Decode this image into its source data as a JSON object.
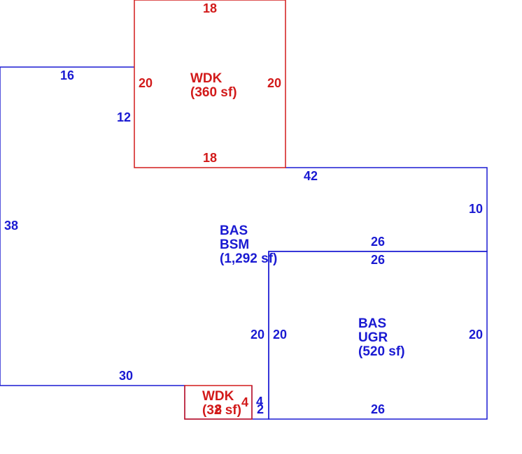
{
  "colors": {
    "blue": "#1a1ad2",
    "red": "#d21a1a"
  },
  "areas": {
    "bas_bsm": {
      "line1": "BAS",
      "line2": "BSM",
      "line3": "(1,292 sf)"
    },
    "bas_ugr": {
      "line1": "BAS",
      "line2": "UGR",
      "line3": "(520 sf)"
    },
    "wdk_top": {
      "line1": "WDK",
      "line2": "(360 sf)"
    },
    "wdk_bottom": {
      "line1": "WDK",
      "line2": "(32 sf)"
    }
  },
  "dimensions": {
    "bsm": {
      "top_left": "16",
      "left_lower": "12",
      "left_side": "38",
      "top_right": "42",
      "right_upper": "10",
      "step_top": "26",
      "step_side": "20",
      "bottom": "30",
      "bottom_notch_side": "4",
      "bottom_notch_bottom": "2"
    },
    "ugr": {
      "top": "26",
      "left": "20",
      "right": "20",
      "bottom": "26"
    },
    "wdk_top": {
      "top": "18",
      "left": "20",
      "right": "20",
      "bottom": "18"
    },
    "wdk_bottom": {
      "left": "8",
      "right": "4"
    }
  }
}
